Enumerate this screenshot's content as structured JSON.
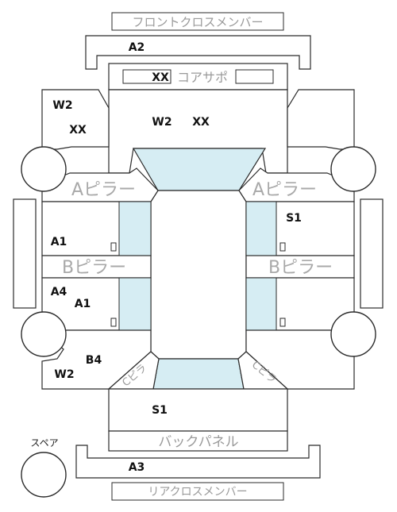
{
  "parts": {
    "front_cross_member": "フロントクロスメンバー",
    "core_support": "コアサポ",
    "a_pillar": "Aピラー",
    "b_pillar": "Bピラー",
    "back_panel": "バックパネル",
    "rear_cross_member": "リアクロスメンバー",
    "spare": "スペア",
    "c_pillar": "Cピラ"
  },
  "codes": {
    "front_member": "A2",
    "core_support": "XX",
    "front_left_top": "W2",
    "front_left_bottom": "XX",
    "hood_left": "W2",
    "hood_right": "XX",
    "right_front_door": "S1",
    "left_front_door": "A1",
    "left_rear_door_top": "A4",
    "left_rear_door_bottom": "A1",
    "left_rear_quarter_top": "B4",
    "left_rear_quarter_bottom": "W2",
    "trunk": "S1",
    "rear_member": "A3"
  }
}
